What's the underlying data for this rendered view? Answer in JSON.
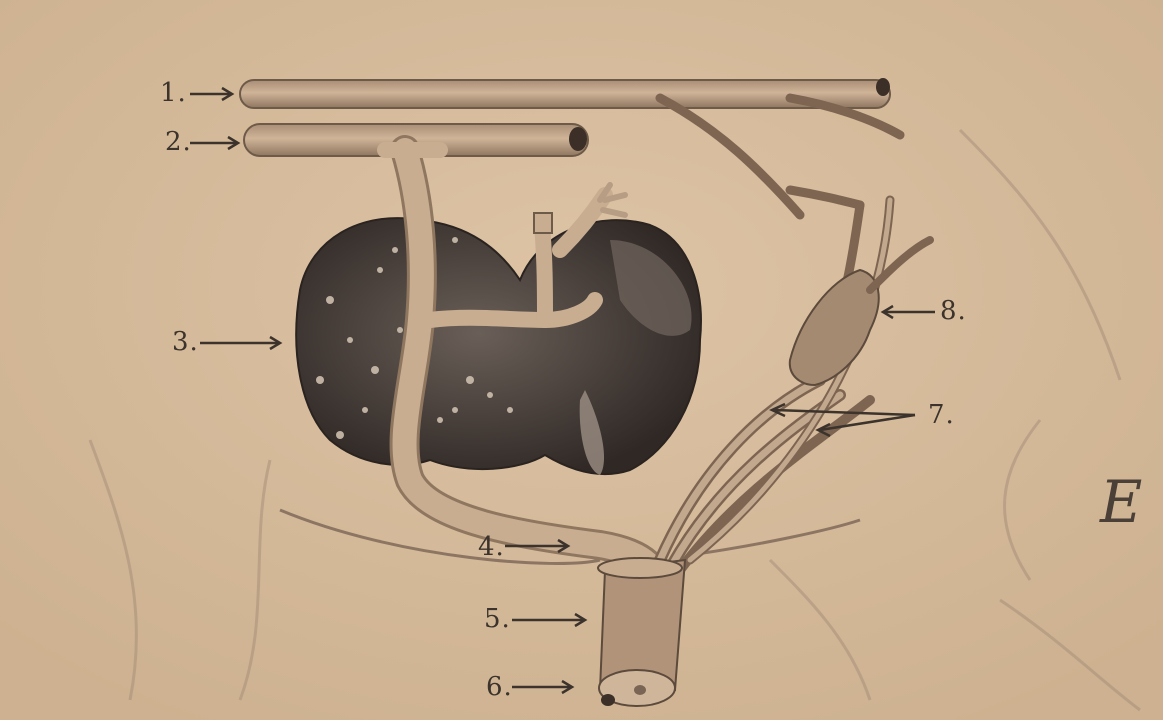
{
  "labels": {
    "n1": "1.",
    "n2": "2.",
    "n3": "3.",
    "n4": "4.",
    "n5": "5.",
    "n6": "6.",
    "n7": "7.",
    "n8": "8."
  },
  "signature": "E",
  "colors": {
    "paper": "#d9bf9f",
    "ink": "#3b332c",
    "vessel": "#c6a98d",
    "organ_dark": "#3f3733",
    "organ_mid": "#5c514b"
  }
}
